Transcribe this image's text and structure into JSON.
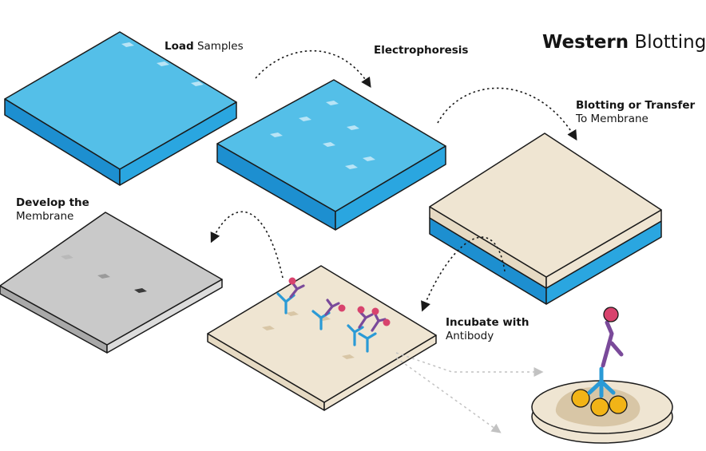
{
  "title": {
    "bold": "Western",
    "rest": "Blotting"
  },
  "steps": {
    "load": {
      "bold": "Load",
      "rest": "Samples"
    },
    "electrophoresis": {
      "bold": "Electrophoresis"
    },
    "transfer": {
      "line1": "Blotting or Transfer",
      "line2": "To Membrane"
    },
    "incubate": {
      "line1": "Incubate with",
      "line2": "Antibody"
    },
    "develop": {
      "line1": "Develop the",
      "line2": "Membrane"
    }
  },
  "colors": {
    "gel_top": "#54bfe8",
    "gel_side_left": "#1d8fd0",
    "gel_side_right": "#2aa6e0",
    "membrane": "#efe5d2",
    "developed": "#c9c9c9",
    "antibody_primary": "#2a9ad6",
    "antibody_secondary": "#7a4a9a",
    "enzyme": "#d8436d",
    "antigen": "#f2b417"
  }
}
